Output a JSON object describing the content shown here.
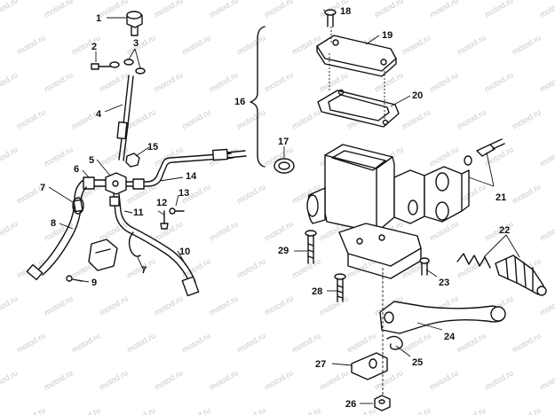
{
  "diagram": {
    "watermark": "motod.ru",
    "callouts": {
      "c1": "1",
      "c2": "2",
      "c3": "3",
      "c4": "4",
      "c5": "5",
      "c6": "6",
      "c7a": "7",
      "c7b": "7",
      "c8": "8",
      "c9": "9",
      "c10": "10",
      "c11": "11",
      "c12": "12",
      "c13": "13",
      "c14": "14",
      "c15": "15",
      "c16": "16",
      "c17": "17",
      "c18": "18",
      "c19": "19",
      "c20": "20",
      "c21": "21",
      "c22": "22",
      "c23": "23",
      "c24": "24",
      "c25": "25",
      "c26": "26",
      "c27": "27",
      "c28": "28",
      "c29": "29"
    }
  }
}
